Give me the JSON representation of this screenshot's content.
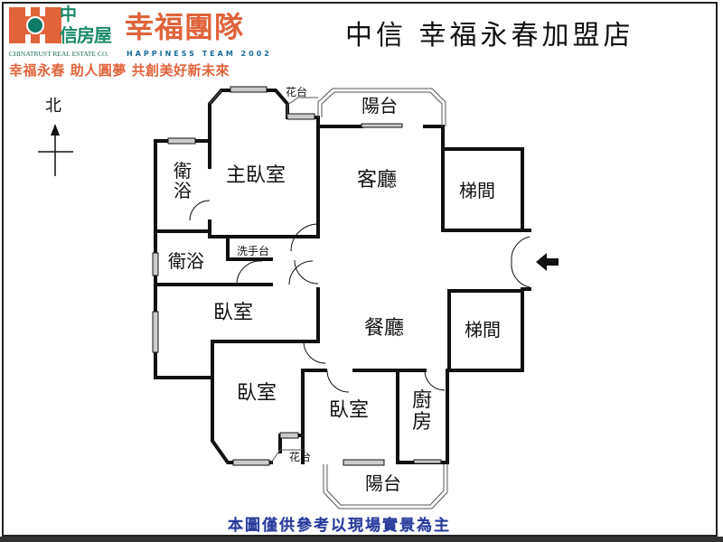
{
  "header": {
    "brand": {
      "name_line1": "中",
      "name_line2": "信房屋",
      "english_name": "CHINATRUST REAL ESTATE CO.",
      "team_name_cn": "幸福團隊",
      "team_name_en": "HAPPINESS TEAM 2002",
      "slogan": "幸福永春  助人圓夢  共創美好新未來",
      "logo_icon": "globe-icon",
      "colors": {
        "orange": "#e0633a",
        "green": "#1a8a6a",
        "blue": "#1a6a9a"
      }
    },
    "store_title": "中信  幸福永春加盟店"
  },
  "compass": {
    "label": "北",
    "icon": "north-arrow-icon"
  },
  "floor_plan": {
    "rooms": [
      {
        "id": "master-bedroom",
        "label": "主臥室"
      },
      {
        "id": "bathroom-1",
        "label": "衛浴",
        "orientation": "vertical"
      },
      {
        "id": "bathroom-2",
        "label": "衛浴"
      },
      {
        "id": "wash-basin",
        "label": "洗手台"
      },
      {
        "id": "planter-north",
        "label": "花台"
      },
      {
        "id": "balcony-north",
        "label": "陽台"
      },
      {
        "id": "living-room",
        "label": "客廳"
      },
      {
        "id": "stairwell-1",
        "label": "梯間"
      },
      {
        "id": "stairwell-2",
        "label": "梯間"
      },
      {
        "id": "bedroom-1",
        "label": "臥室"
      },
      {
        "id": "dining-room",
        "label": "餐廳"
      },
      {
        "id": "bedroom-2",
        "label": "臥室"
      },
      {
        "id": "bedroom-3",
        "label": "臥室"
      },
      {
        "id": "kitchen",
        "label": "廚房",
        "orientation": "vertical"
      },
      {
        "id": "planter-south",
        "label": "花台"
      },
      {
        "id": "balcony-south",
        "label": "陽台"
      }
    ],
    "entrance_icon": "entrance-arrow-icon"
  },
  "footer": {
    "disclaimer": "本圖僅供參考以現場實景為主"
  }
}
